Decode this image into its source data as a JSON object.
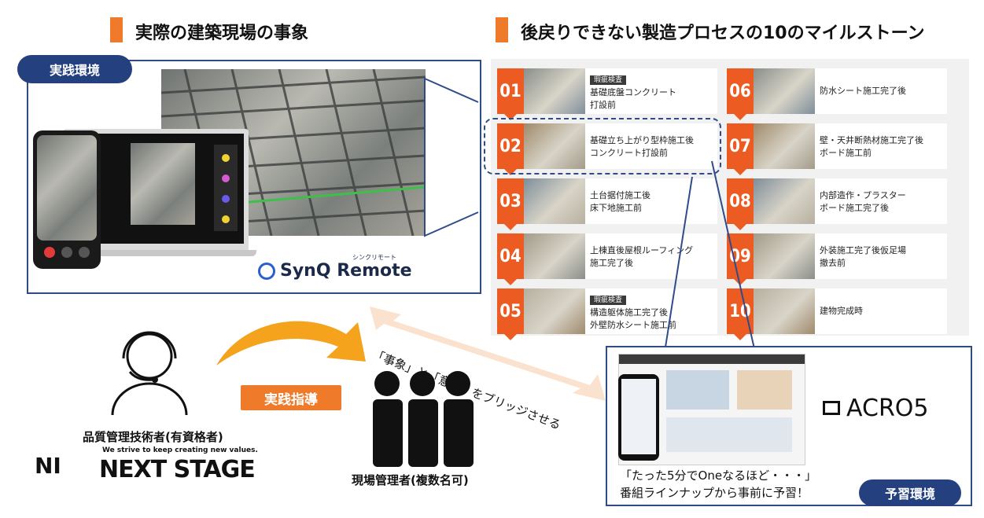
{
  "left_header": {
    "title": "実際の建築現場の事象"
  },
  "right_header": {
    "title": "後戻りできない製造プロセスの10のマイルストーン"
  },
  "practice_env": {
    "label": "実践環境"
  },
  "synq": {
    "logo_text": "SynQ Remote",
    "logo_kana": "シンクリモート",
    "icon": "synq-s-icon"
  },
  "milestones": [
    {
      "num": "01",
      "tag": "瑕疵検査",
      "lines": [
        "基礎底盤コンクリート",
        "打設前"
      ]
    },
    {
      "num": "02",
      "tag": "",
      "lines": [
        "基礎立ち上がり型枠施工後",
        "コンクリート打設前"
      ]
    },
    {
      "num": "03",
      "tag": "",
      "lines": [
        "土台据付施工後",
        "床下地施工前"
      ]
    },
    {
      "num": "04",
      "tag": "",
      "lines": [
        "上棟直後屋根ルーフィング",
        "施工完了後"
      ]
    },
    {
      "num": "05",
      "tag": "瑕疵検査",
      "lines": [
        "構造躯体施工完了後",
        "外壁防水シート施工前"
      ]
    },
    {
      "num": "06",
      "tag": "",
      "lines": [
        "防水シート施工完了後"
      ]
    },
    {
      "num": "07",
      "tag": "",
      "lines": [
        "壁・天井断熱材施工完了後",
        "ボード施工前"
      ]
    },
    {
      "num": "08",
      "tag": "",
      "lines": [
        "内部造作・プラスター",
        "ボード施工完了後"
      ]
    },
    {
      "num": "09",
      "tag": "",
      "lines": [
        "外装施工完了後仮足場",
        "撤去前"
      ]
    },
    {
      "num": "10",
      "tag": "",
      "lines": [
        "建物完成時"
      ]
    }
  ],
  "bridge": {
    "text": "「事象」と「意味」をブリッジさせる"
  },
  "instruction": {
    "label": "実践指導"
  },
  "engineer": {
    "label": "品質管理技術者(有資格者)",
    "icon": "headset-person-icon"
  },
  "nextstage": {
    "tagline": "We strive to keep creating new values.",
    "name": "NEXT STAGE",
    "mark": "NI"
  },
  "managers": {
    "label": "現場管理者(複数名可)",
    "icon": "group-people-icon"
  },
  "prep_env": {
    "label": "予習環境",
    "caption_line1": "「たった5分でOneなるほど・・・」",
    "caption_line2": "番組ラインナップから事前に予習！"
  },
  "acro": {
    "logo": "ACRO5"
  },
  "colors": {
    "accent": "#ee7a2a",
    "navy": "#24407f",
    "milestone_orange": "#ec5b22",
    "arrow_yellow": "#f5a21c"
  }
}
